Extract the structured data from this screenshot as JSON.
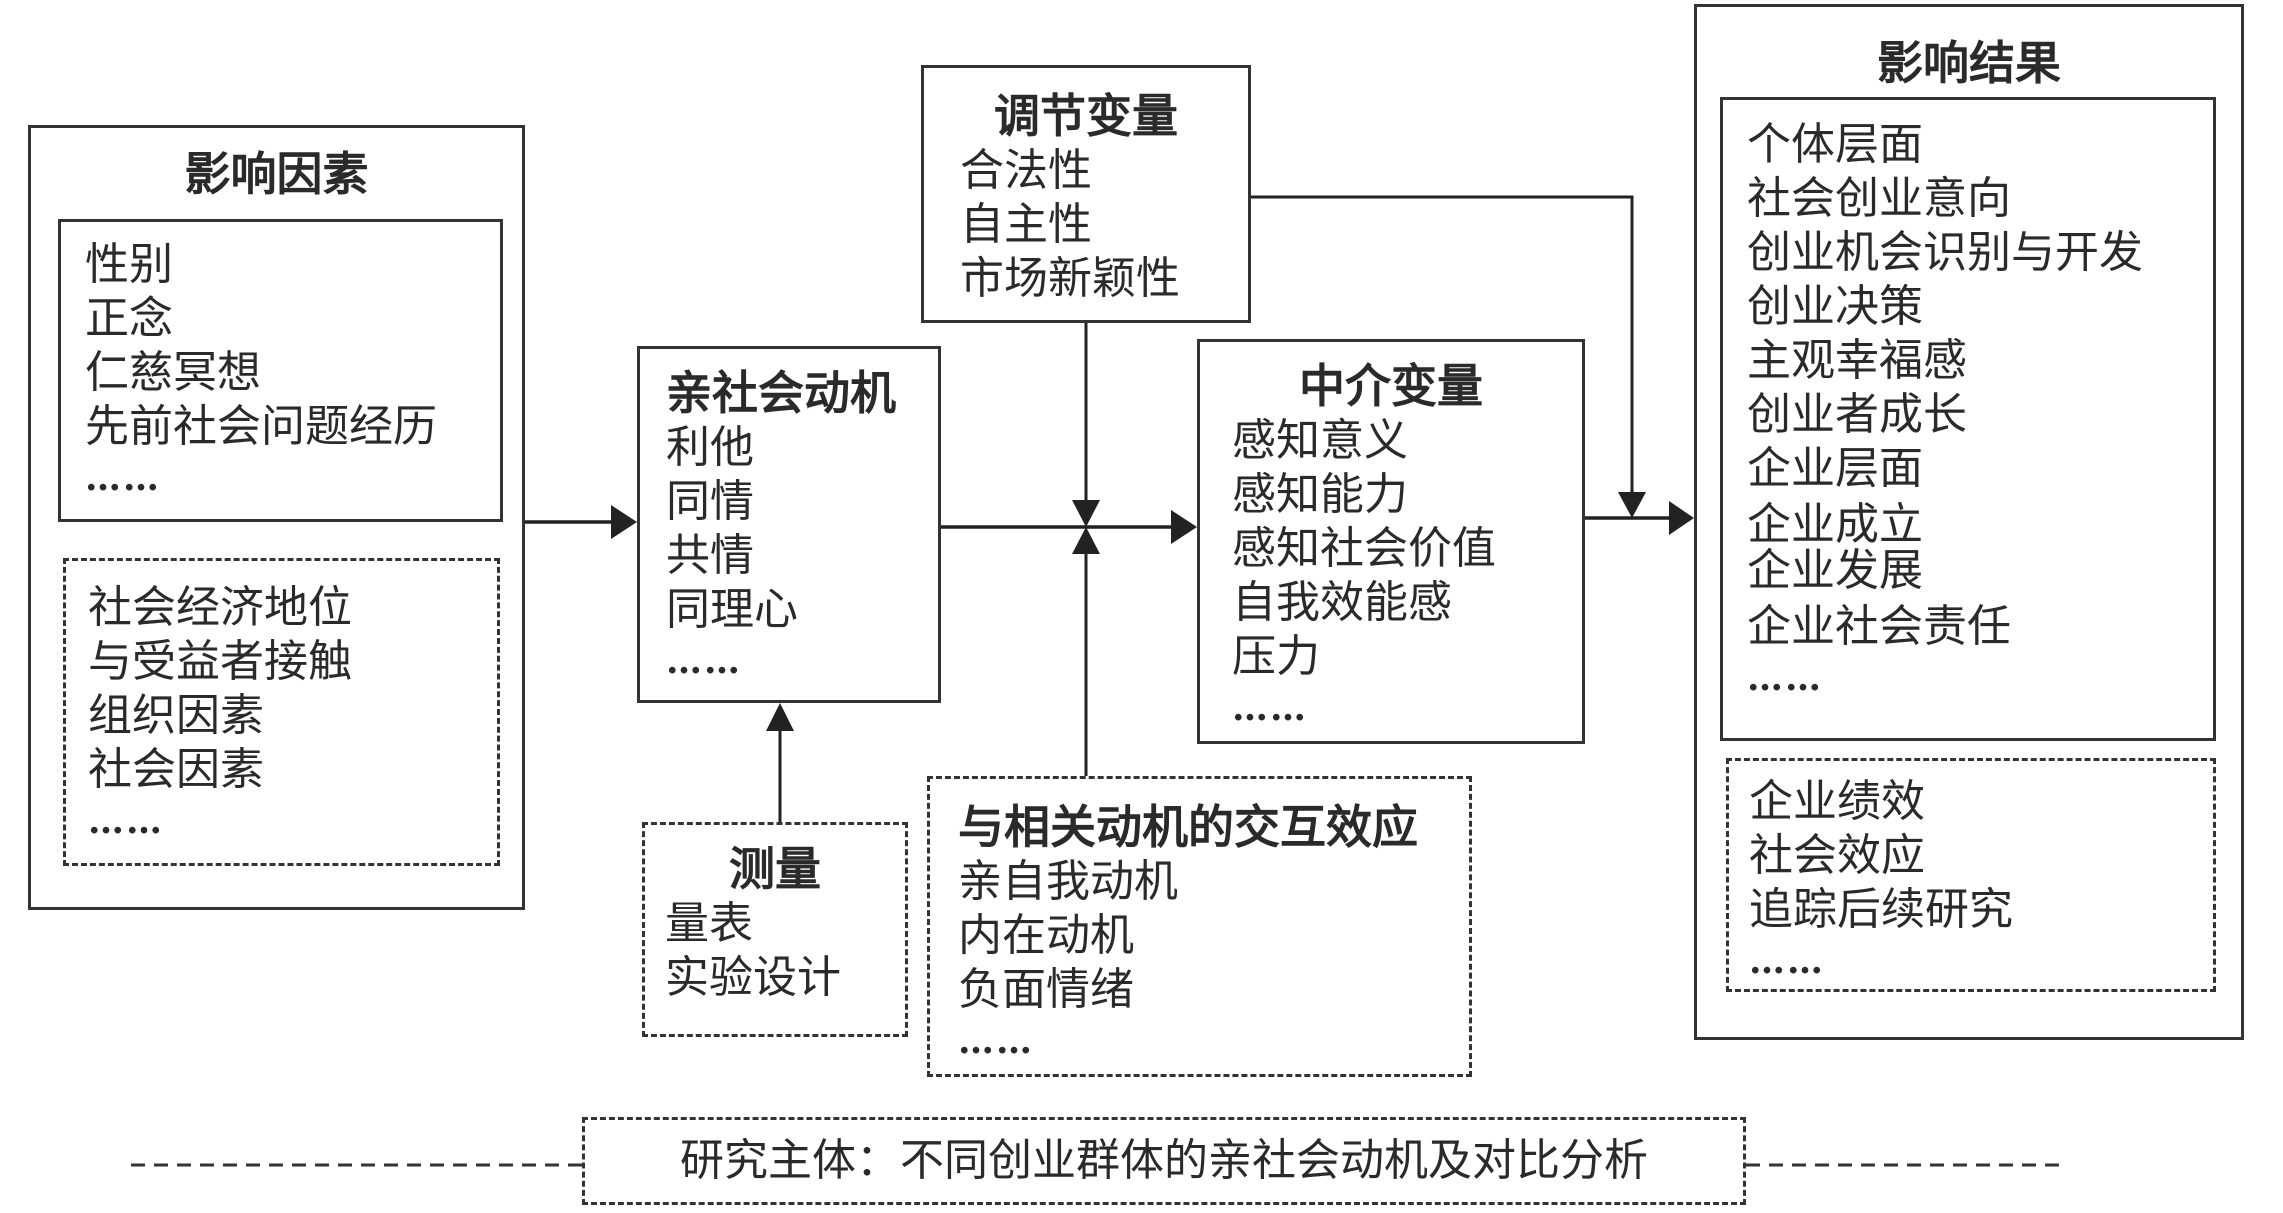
{
  "diagram": {
    "influencing_factors": {
      "title": "影响因素",
      "individual": [
        "性别",
        "正念",
        "仁慈冥想",
        "先前社会问题经历",
        "……"
      ],
      "contextual": [
        "社会经济地位",
        "与受益者接触",
        "组织因素",
        "社会因素",
        "……"
      ]
    },
    "prosocial_motivation": {
      "title": "亲社会动机",
      "items": [
        "利他",
        "同情",
        "共情",
        "同理心",
        "……"
      ]
    },
    "measurement": {
      "title": "测量",
      "items": [
        "量表",
        "实验设计"
      ]
    },
    "moderators": {
      "title": "调节变量",
      "items": [
        "合法性",
        "自主性",
        "市场新颖性"
      ]
    },
    "mediators": {
      "title": "中介变量",
      "items": [
        "感知意义",
        "感知能力",
        "感知社会价值",
        "自我效能感",
        "压力",
        "……"
      ]
    },
    "interaction_effects": {
      "title": "与相关动机的交互效应",
      "items": [
        "亲自我动机",
        "内在动机",
        "负面情绪",
        "……"
      ]
    },
    "outcomes": {
      "title": "影响结果",
      "main": [
        "个体层面",
        "社会创业意向",
        "创业机会识别与开发",
        "创业决策",
        "主观幸福感",
        "创业者成长",
        "企业层面",
        "企业成立",
        "企业发展",
        "企业社会责任",
        "……"
      ],
      "extended": [
        "企业绩效",
        "社会效应",
        "追踪后续研究",
        "……"
      ]
    },
    "research_subject": "研究主体：不同创业群体的亲社会动机及对比分析"
  }
}
